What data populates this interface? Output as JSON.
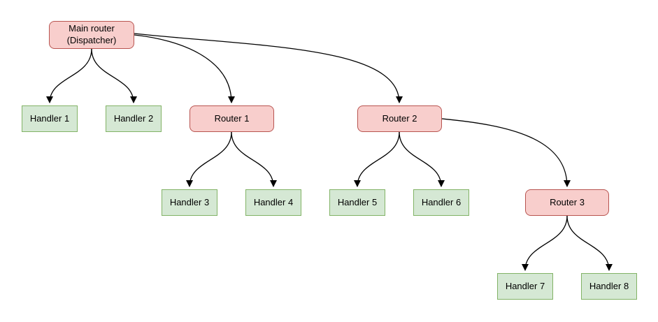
{
  "diagram": {
    "colors": {
      "router_fill": "#f8cecc",
      "router_border": "#b85450",
      "handler_fill": "#d5e8d4",
      "handler_border": "#82b366",
      "edge": "#000000",
      "background": "#ffffff"
    },
    "nodes": [
      {
        "id": "main",
        "kind": "router",
        "label": "Main router\n(Dispatcher)"
      },
      {
        "id": "handler1",
        "kind": "handler",
        "label": "Handler 1"
      },
      {
        "id": "handler2",
        "kind": "handler",
        "label": "Handler 2"
      },
      {
        "id": "router1",
        "kind": "router",
        "label": "Router 1"
      },
      {
        "id": "router2",
        "kind": "router",
        "label": "Router 2"
      },
      {
        "id": "handler3",
        "kind": "handler",
        "label": "Handler 3"
      },
      {
        "id": "handler4",
        "kind": "handler",
        "label": "Handler 4"
      },
      {
        "id": "handler5",
        "kind": "handler",
        "label": "Handler 5"
      },
      {
        "id": "handler6",
        "kind": "handler",
        "label": "Handler 6"
      },
      {
        "id": "router3",
        "kind": "router",
        "label": "Router 3"
      },
      {
        "id": "handler7",
        "kind": "handler",
        "label": "Handler 7"
      },
      {
        "id": "handler8",
        "kind": "handler",
        "label": "Handler 8"
      }
    ],
    "edges": [
      {
        "from": "main",
        "to": "handler1"
      },
      {
        "from": "main",
        "to": "handler2"
      },
      {
        "from": "main",
        "to": "router1"
      },
      {
        "from": "main",
        "to": "router2"
      },
      {
        "from": "router1",
        "to": "handler3"
      },
      {
        "from": "router1",
        "to": "handler4"
      },
      {
        "from": "router2",
        "to": "handler5"
      },
      {
        "from": "router2",
        "to": "handler6"
      },
      {
        "from": "router2",
        "to": "router3"
      },
      {
        "from": "router3",
        "to": "handler7"
      },
      {
        "from": "router3",
        "to": "handler8"
      }
    ]
  }
}
